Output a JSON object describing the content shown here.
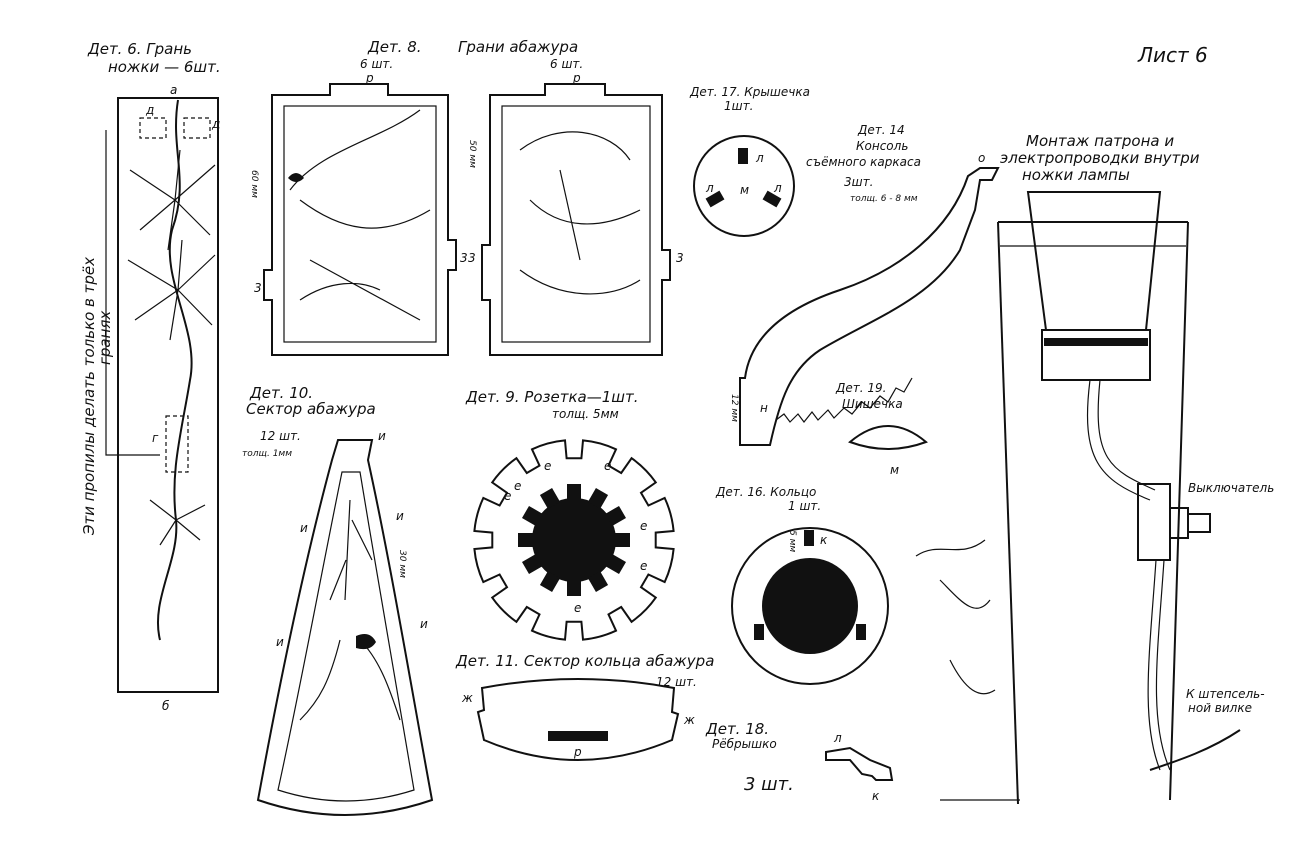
{
  "sheet": {
    "label": "Лист 6"
  },
  "parts": {
    "det6": {
      "title": "Дет. 6. Грань",
      "subtitle": "ножки — 6шт.",
      "mark_top": "а",
      "mark_bottom": "б",
      "mark_d1": "д",
      "mark_d2": "д",
      "mark_g": "г"
    },
    "note_vertical": {
      "line1": "Эти пропилы делать только в трёх",
      "line2": "гранях"
    },
    "det8": {
      "title": "Дет. 8.",
      "title2": "Грани абажура",
      "count_left": "6 шт.",
      "count_right": "6 шт.",
      "mark_p_left": "р",
      "mark_p_right": "р",
      "dim_left": "60 мм",
      "dim_right": "50 мм",
      "mark_z1": "3",
      "mark_z2": "3",
      "mark_z3": "3",
      "mark_z4": "3"
    },
    "det17": {
      "title": "Дет. 17. Крышечка",
      "count": "1шт.",
      "mark_l1": "л",
      "mark_l2": "л",
      "mark_l3": "л",
      "mark_m": "м"
    },
    "det14": {
      "title": "Дет. 14",
      "line2": "Консоль",
      "line3": "съёмного каркаса",
      "count": "3шт.",
      "thickness": "толщ. 6 - 8 мм",
      "mark_o": "о",
      "mark_n": "н",
      "dim": "12 мм"
    },
    "assembly": {
      "line1": "Монтаж патрона и",
      "line2": "электропроводки внутри",
      "line3": "ножки лампы",
      "switch": "Выключатель",
      "plug1": "К штепсель-",
      "plug2": "ной вилке"
    },
    "det10": {
      "title": "Дет. 10.",
      "subtitle": "Сектор абажура",
      "count": "12 шт.",
      "thickness": "толщ. 1мм",
      "mark_i1": "и",
      "mark_i2": "и",
      "mark_i3": "и",
      "mark_i4": "и",
      "mark_i5": "и",
      "dim": "30 мм"
    },
    "det9": {
      "title": "Дет. 9. Розетка—1шт.",
      "thickness": "толщ. 5мм",
      "mark_e": "е"
    },
    "det19": {
      "title": "Дет. 19.",
      "subtitle": "Шишечка",
      "mark_m": "м"
    },
    "det16": {
      "title": "Дет. 16. Кольцо",
      "count": "1 шт.",
      "mark_k": "к",
      "dim": "5 мм"
    },
    "det11": {
      "title": "Дет. 11. Сектор кольца абажура",
      "count": "12 шт.",
      "mark_zh": "ж",
      "mark_p": "р"
    },
    "det18": {
      "title": "Дет. 18.",
      "subtitle": "Рёбрышко",
      "count": "3 шт.",
      "mark_l": "л",
      "mark_k": "к"
    }
  }
}
